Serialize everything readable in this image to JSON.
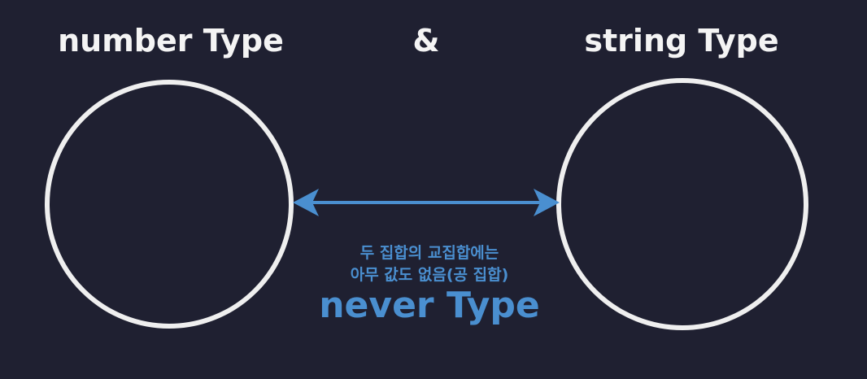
{
  "left_set": {
    "label": "number Type"
  },
  "operator": "&",
  "right_set": {
    "label": "string Type"
  },
  "note": {
    "line1": "두 집합의 교집합에는",
    "line2": "아무 값도 없음(공 집합)"
  },
  "result": "never Type",
  "colors": {
    "background": "#1f2031",
    "accent": "#4a8fd0",
    "circle": "#efefef"
  }
}
